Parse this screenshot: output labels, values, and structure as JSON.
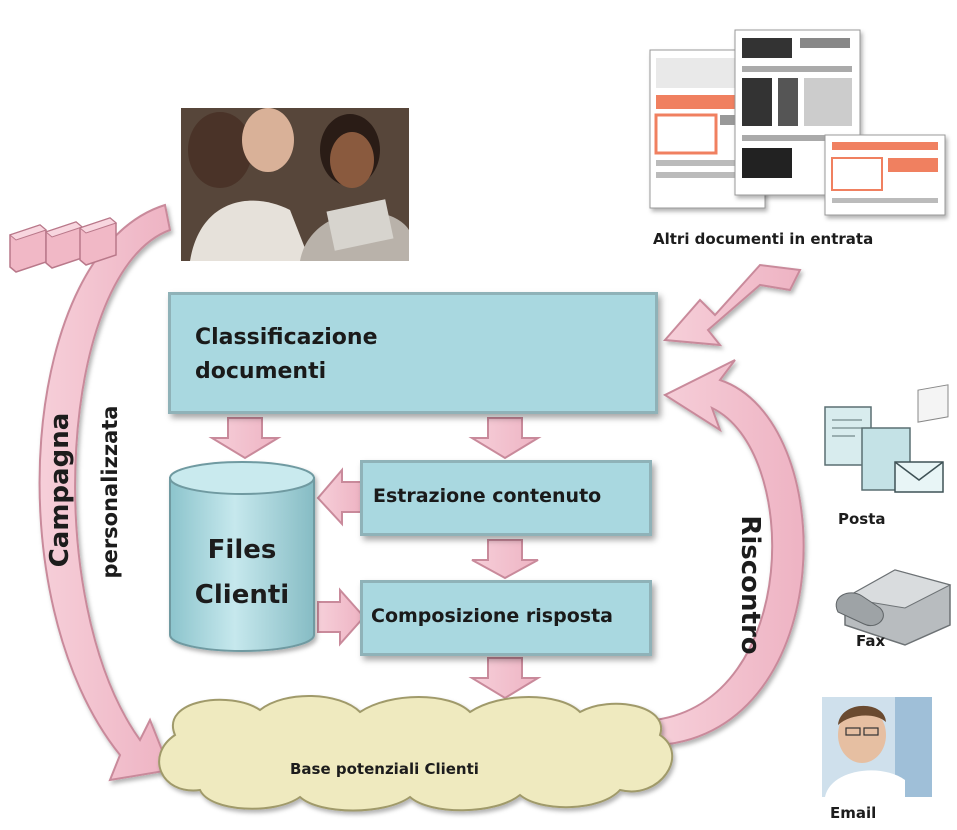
{
  "diagram": {
    "classification_box": {
      "line1": "Classificazione",
      "line2": "documenti"
    },
    "files_db": {
      "line1": "Files",
      "line2": "Clienti"
    },
    "extraction_box": {
      "label": "Estrazione contenuto"
    },
    "composition_box": {
      "label": "Composizione risposta"
    },
    "cloud": {
      "label": "Base potenziali Clienti"
    },
    "left_arc": {
      "line1": "Campagna",
      "line2": "personalizzata"
    },
    "right_arc": {
      "label": "Riscontro"
    },
    "incoming_docs": {
      "label": "Altri documenti in entrata"
    },
    "channels": [
      {
        "label": "Posta",
        "icon": "envelope-icon"
      },
      {
        "label": "Fax",
        "icon": "fax-icon"
      },
      {
        "label": "Email",
        "icon": "person-at-computer-icon"
      }
    ]
  },
  "colors": {
    "box_fill": "#a9d8e0",
    "box_border": "#8fb2b8",
    "arrow_pink": "#f2bfcc",
    "arrow_border": "#c98a9b",
    "cloud_fill": "#efeabf",
    "db_fill": "#a9d8e0"
  }
}
